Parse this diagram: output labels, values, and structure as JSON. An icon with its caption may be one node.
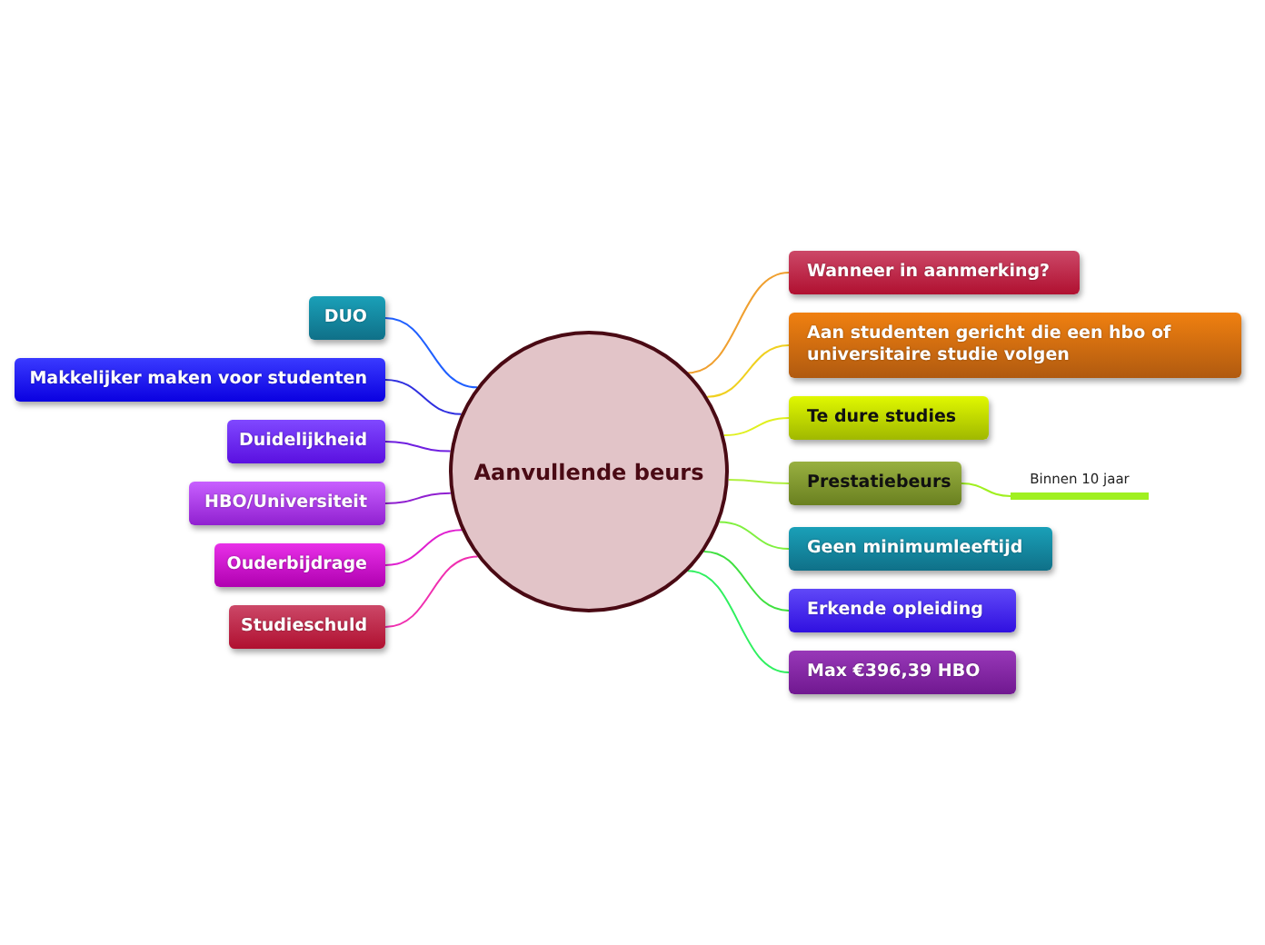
{
  "diagram": {
    "nodes": [
      {
        "text": [
          "Aanvullende beurs"
        ]
      },
      {
        "text": [
          "DUO"
        ]
      },
      {
        "text": [
          "Makkelijker maken voor studenten"
        ]
      },
      {
        "text": [
          "Duidelijkheid"
        ]
      },
      {
        "text": [
          "HBO/Universiteit"
        ]
      },
      {
        "text": [
          "Ouderbijdrage"
        ]
      },
      {
        "text": [
          "Studieschuld"
        ]
      },
      {
        "text": [
          "Wanneer in aanmerking?"
        ]
      },
      {
        "text": [
          "Aan studenten gericht die een hbo of universitaire studie volgen"
        ]
      },
      {
        "text": [
          "Te dure studies"
        ]
      },
      {
        "text": [
          "Prestatiebeurs"
        ]
      },
      {
        "text": [
          "Binnen 10 jaar"
        ]
      },
      {
        "text": [
          "Geen minimumleeftijd"
        ]
      },
      {
        "text": [
          "Erkende opleiding"
        ]
      },
      {
        "text": [
          "Max €396,39 HBO"
        ]
      }
    ],
    "edges": [
      {
        "from": 0,
        "to": 1,
        "arrow": "none",
        "color": "#2060ff"
      },
      {
        "from": 0,
        "to": 2,
        "arrow": "none",
        "color": "#3030e0"
      },
      {
        "from": 0,
        "to": 3,
        "arrow": "none",
        "color": "#7020e0"
      },
      {
        "from": 0,
        "to": 4,
        "arrow": "none",
        "color": "#9020d0"
      },
      {
        "from": 0,
        "to": 5,
        "arrow": "none",
        "color": "#e020d0"
      },
      {
        "from": 0,
        "to": 6,
        "arrow": "none",
        "color": "#f030b0"
      },
      {
        "from": 0,
        "to": 7,
        "arrow": "none",
        "color": "#f0a030"
      },
      {
        "from": 0,
        "to": 8,
        "arrow": "none",
        "color": "#f0d020"
      },
      {
        "from": 0,
        "to": 9,
        "arrow": "none",
        "color": "#e0f020"
      },
      {
        "from": 0,
        "to": 10,
        "arrow": "none",
        "color": "#b0f040"
      },
      {
        "from": 10,
        "to": 11,
        "arrow": "none",
        "color": "#a0f020"
      },
      {
        "from": 0,
        "to": 12,
        "arrow": "none",
        "color": "#80f040"
      },
      {
        "from": 0,
        "to": 13,
        "arrow": "none",
        "color": "#40e040"
      },
      {
        "from": 0,
        "to": 14,
        "arrow": "none",
        "color": "#30f060"
      }
    ]
  }
}
